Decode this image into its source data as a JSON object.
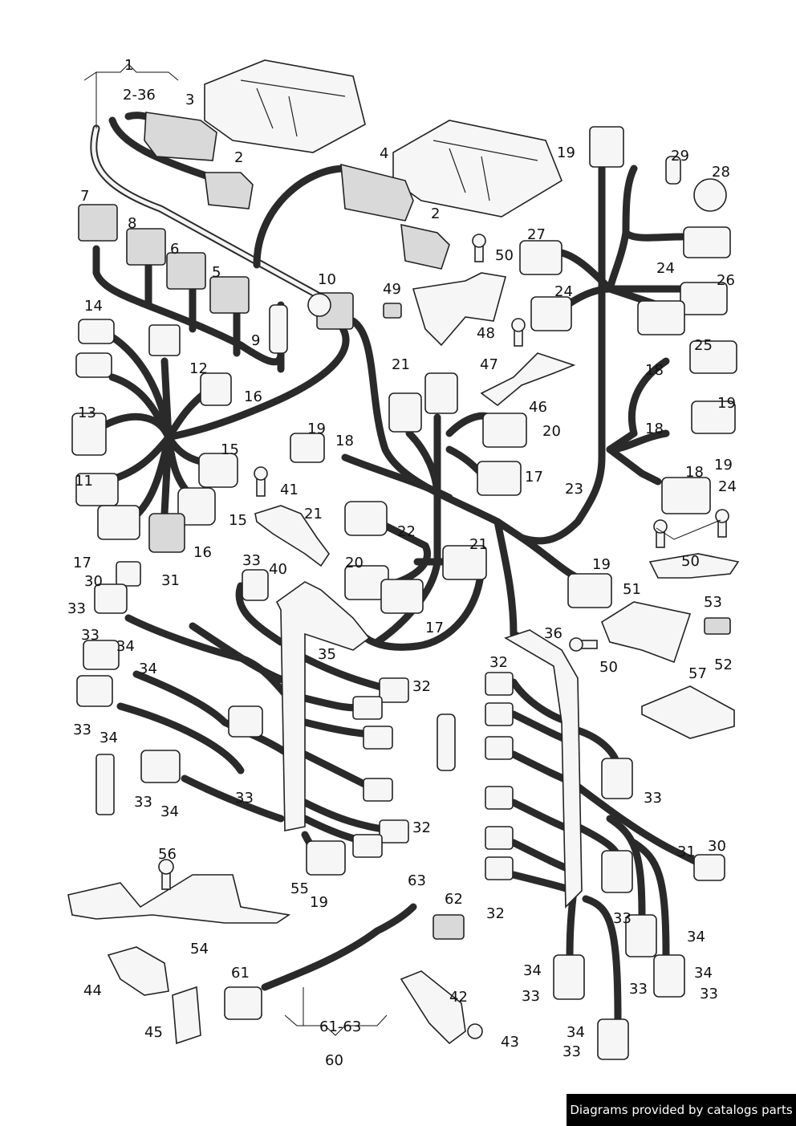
{
  "credit": "Diagrams provided by catalogs parts",
  "labels": {
    "l1": "1",
    "l2_36": "2-36",
    "l3": "3",
    "l2a": "2",
    "l4": "4",
    "l2b": "2",
    "l7": "7",
    "l8": "8",
    "l6": "6",
    "l5": "5",
    "l10": "10",
    "l9": "9",
    "l49": "49",
    "l48": "48",
    "l50a": "50",
    "l27": "27",
    "l19a": "19",
    "l29": "29",
    "l28": "28",
    "l24a": "24",
    "l24b": "24",
    "l26": "26",
    "l14": "14",
    "l12": "12",
    "l16a": "16",
    "l47": "47",
    "l46": "46",
    "l21a": "21",
    "l20a": "20",
    "l25": "25",
    "l18a": "18",
    "l19b": "19",
    "l18b": "18",
    "l19c": "19",
    "l13": "13",
    "l15a": "15",
    "l19d": "19",
    "l18c": "18",
    "l17a": "17",
    "l23": "23",
    "l18d": "18",
    "l24c": "24",
    "l11": "11",
    "l41": "41",
    "l15b": "15",
    "l21b": "21",
    "l22": "22",
    "l16b": "16",
    "l17b": "17",
    "l50b": "50",
    "l20b": "20",
    "l21c": "21",
    "l19e": "19",
    "l51": "51",
    "l30a": "30",
    "l31a": "31",
    "l33a": "33",
    "l40": "40",
    "l33b": "33",
    "l17c": "17",
    "l53": "53",
    "l36": "36",
    "l33c": "33",
    "l34a": "34",
    "l34b": "34",
    "l35": "35",
    "l50c": "50",
    "l52": "52",
    "l57": "57",
    "l32a": "32",
    "l33d": "33",
    "l34c": "34",
    "l33e": "33",
    "l33f": "33",
    "l33g": "33",
    "l34d": "34",
    "l32b": "32",
    "l31b": "31",
    "l30b": "30",
    "l56": "56",
    "l55": "55",
    "l19f": "19",
    "l63": "63",
    "l62": "62",
    "l32c": "32",
    "l33h": "33",
    "l34e": "34",
    "l54": "54",
    "l44": "44",
    "l61": "61",
    "l34f": "34",
    "l33i": "33",
    "l34g": "34",
    "l33j": "33",
    "l33k": "33",
    "l42": "42",
    "l45": "45",
    "l61_63": "61-63",
    "l43": "43",
    "l34h": "34",
    "l33l": "33",
    "l60": "60"
  }
}
